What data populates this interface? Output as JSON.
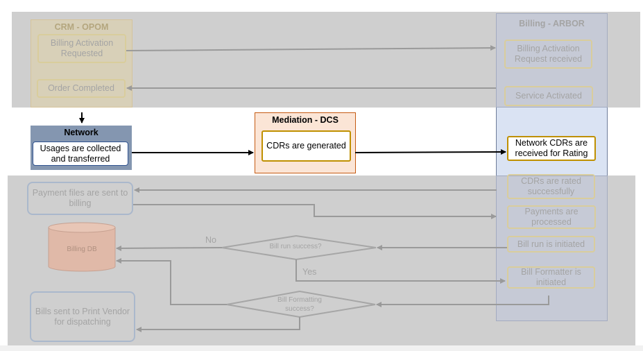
{
  "crm": {
    "title": "CRM - OPOM",
    "billing_activation_requested": "Billing Activation Requested",
    "order_completed": "Order Completed"
  },
  "arbor": {
    "title": "Billing - ARBOR",
    "billing_activation_received": "Billing Activation Request received",
    "service_activated": "Service Activated",
    "network_cdrs_received": "Network CDRs are received for Rating",
    "cdrs_rated": "CDRs are rated successfully",
    "payments_processed": "Payments are processed",
    "bill_run_initiated": "Bill run is initiated",
    "bill_formatter_initiated": "Bill Formatter is initiated"
  },
  "network": {
    "title": "Network",
    "usages_collected": "Usages are collected and transferred"
  },
  "mediation": {
    "title": "Mediation - DCS",
    "cdrs_generated": "CDRs are generated"
  },
  "billing_side": {
    "payment_files_sent": "Payment files are sent to billing",
    "billing_db": "Billing DB",
    "bills_sent": "Bills sent to Print Vendor for dispatching",
    "bill_run_success": "Bill run success?",
    "bill_formatting_success": "Bill Formatting success?",
    "label_no": "No",
    "label_yes": "Yes"
  },
  "colors": {
    "band_gray": "#cfcfcf",
    "network_header": "#8496b0",
    "mediation_fill": "#fbe5d6",
    "arbor_highlight": "#dae3f3",
    "gold_border": "#bf9000"
  }
}
